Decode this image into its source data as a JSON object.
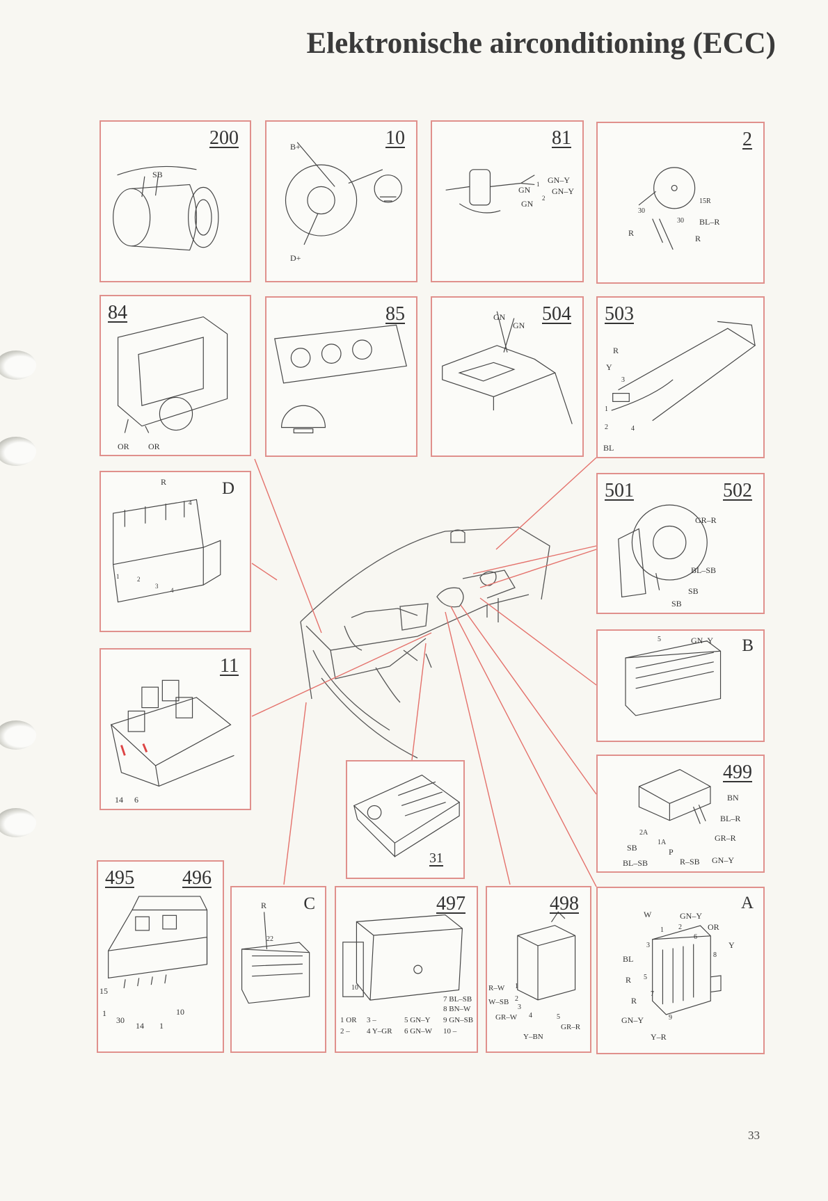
{
  "page": {
    "title": "Elektronische airconditioning (ECC)",
    "page_number": "33"
  },
  "colors": {
    "frame": "#e0908c",
    "leader": "#e4716b",
    "ink": "#333333",
    "paper": "#f8f7f2"
  },
  "boxes": {
    "b200": {
      "number": "200",
      "labels": [
        "SB"
      ]
    },
    "b10": {
      "number": "10",
      "labels": [
        "B+",
        "D+"
      ]
    },
    "b81": {
      "number": "81",
      "labels": [
        "GN",
        "1",
        "GN–Y",
        "GN–Y",
        "GN",
        "2"
      ]
    },
    "b2": {
      "number": "2",
      "labels": [
        "15R",
        "30",
        "30",
        "BL–R",
        "R",
        "R"
      ]
    },
    "b84": {
      "number": "84",
      "labels": [
        "OR",
        "OR"
      ]
    },
    "b85": {
      "number": "85",
      "labels": []
    },
    "b504": {
      "number": "504",
      "labels": [
        "GN",
        "GN"
      ]
    },
    "b503": {
      "number": "503",
      "labels": [
        "R",
        "Y",
        "3",
        "1",
        "2",
        "4",
        "BL"
      ]
    },
    "bD": {
      "letter": "D",
      "labels": [
        "R",
        "4",
        "1",
        "2",
        "3",
        "4"
      ]
    },
    "b501": {
      "numbers": [
        "501",
        "502"
      ],
      "labels": [
        "GR–R",
        "BL–SB",
        "SB",
        "SB"
      ]
    },
    "b11": {
      "number": "11",
      "labels": [
        "14",
        "6"
      ]
    },
    "bB": {
      "letter": "B",
      "labels": [
        "5",
        "GN–Y"
      ]
    },
    "b31": {
      "number": "31",
      "labels": []
    },
    "b499": {
      "number": "499",
      "labels": [
        "BN",
        "BL–R",
        "GR–R",
        "GN–Y",
        "R–SB",
        "P",
        "1A",
        "2A",
        "SB",
        "BL–SB"
      ]
    },
    "b495": {
      "numbers": [
        "495",
        "496"
      ],
      "labels": [
        "15",
        "1",
        "30",
        "14",
        "1",
        "10"
      ]
    },
    "bC": {
      "letter": "C",
      "labels": [
        "R",
        "22"
      ]
    },
    "b497": {
      "number": "497",
      "labels": [
        "10",
        "7 BL–SB",
        "8 BN–W",
        "1 OR",
        "3 –",
        "5 GN–Y",
        "9 GN–SB",
        "2 –",
        "4 Y–GR",
        "6 GN–W",
        "10 –"
      ]
    },
    "b498": {
      "number": "498",
      "labels": [
        "R–W",
        "1",
        "W–SB",
        "2",
        "3",
        "GR–W",
        "4",
        "5",
        "GR–R",
        "Y–BN"
      ]
    },
    "bA": {
      "letter": "A",
      "labels": [
        "W",
        "GN–Y",
        "1",
        "2",
        "OR",
        "6",
        "Y",
        "3",
        "8",
        "BL",
        "5",
        "R",
        "R",
        "7",
        "9",
        "GN–Y",
        "Y–R"
      ]
    }
  }
}
